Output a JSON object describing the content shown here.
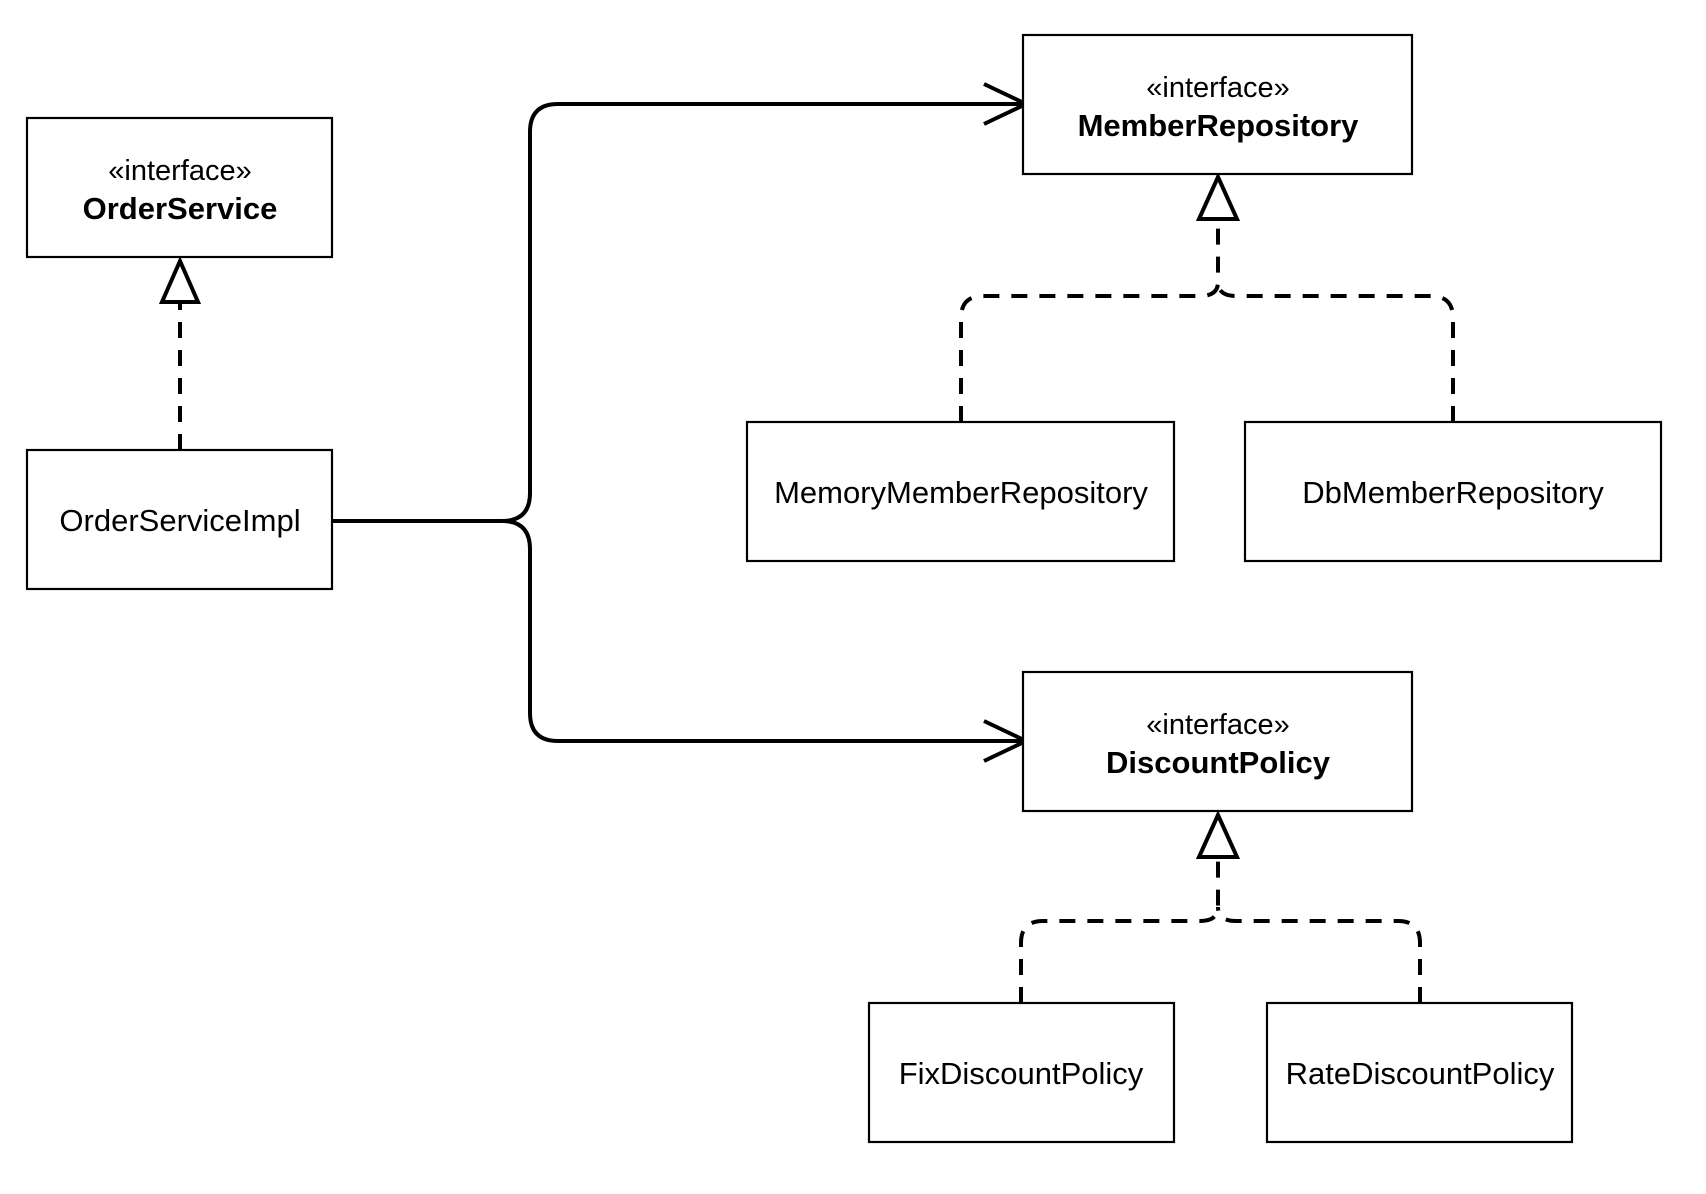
{
  "diagram": {
    "order_service": {
      "stereotype": "«interface»",
      "name": "OrderService"
    },
    "order_service_impl": {
      "name": "OrderServiceImpl"
    },
    "member_repository": {
      "stereotype": "«interface»",
      "name": "MemberRepository"
    },
    "memory_member_repository": {
      "name": "MemoryMemberRepository"
    },
    "db_member_repository": {
      "name": "DbMemberRepository"
    },
    "discount_policy": {
      "stereotype": "«interface»",
      "name": "DiscountPolicy"
    },
    "fix_discount_policy": {
      "name": "FixDiscountPolicy"
    },
    "rate_discount_policy": {
      "name": "RateDiscountPolicy"
    }
  }
}
